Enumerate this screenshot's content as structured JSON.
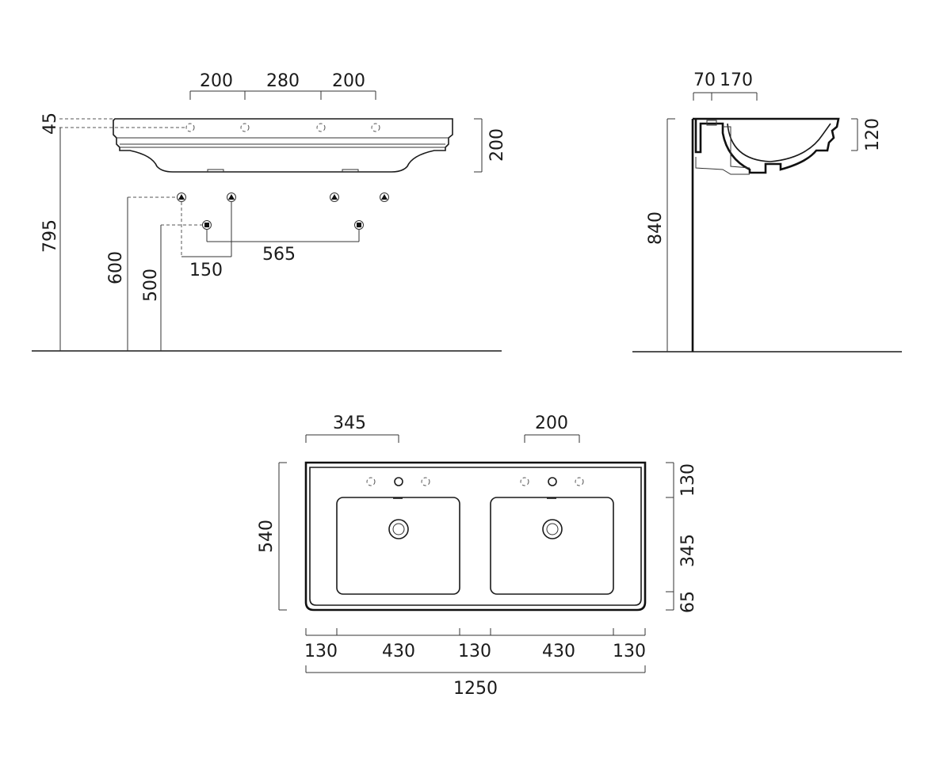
{
  "front_view": {
    "dims": {
      "hole_spacing_left": "200",
      "hole_spacing_mid": "280",
      "hole_spacing_right": "200",
      "top_thickness": "45",
      "basin_height": "200",
      "height_top": "795",
      "supply_height": "600",
      "waste_height": "500",
      "supply_spacing": "150",
      "waste_spacing": "565"
    }
  },
  "side_view": {
    "dims": {
      "wall_offset": "70",
      "tap_offset": "170",
      "bowl_depth": "120",
      "total_height": "840"
    }
  },
  "top_view": {
    "dims": {
      "tap_span_left": "345",
      "tap_span_right": "200",
      "depth": "540",
      "back_margin": "130",
      "bowl_depth": "345",
      "front_margin": "65",
      "seg1": "130",
      "seg2": "430",
      "seg3": "130",
      "seg4": "430",
      "seg5": "130",
      "total_width": "1250"
    }
  }
}
